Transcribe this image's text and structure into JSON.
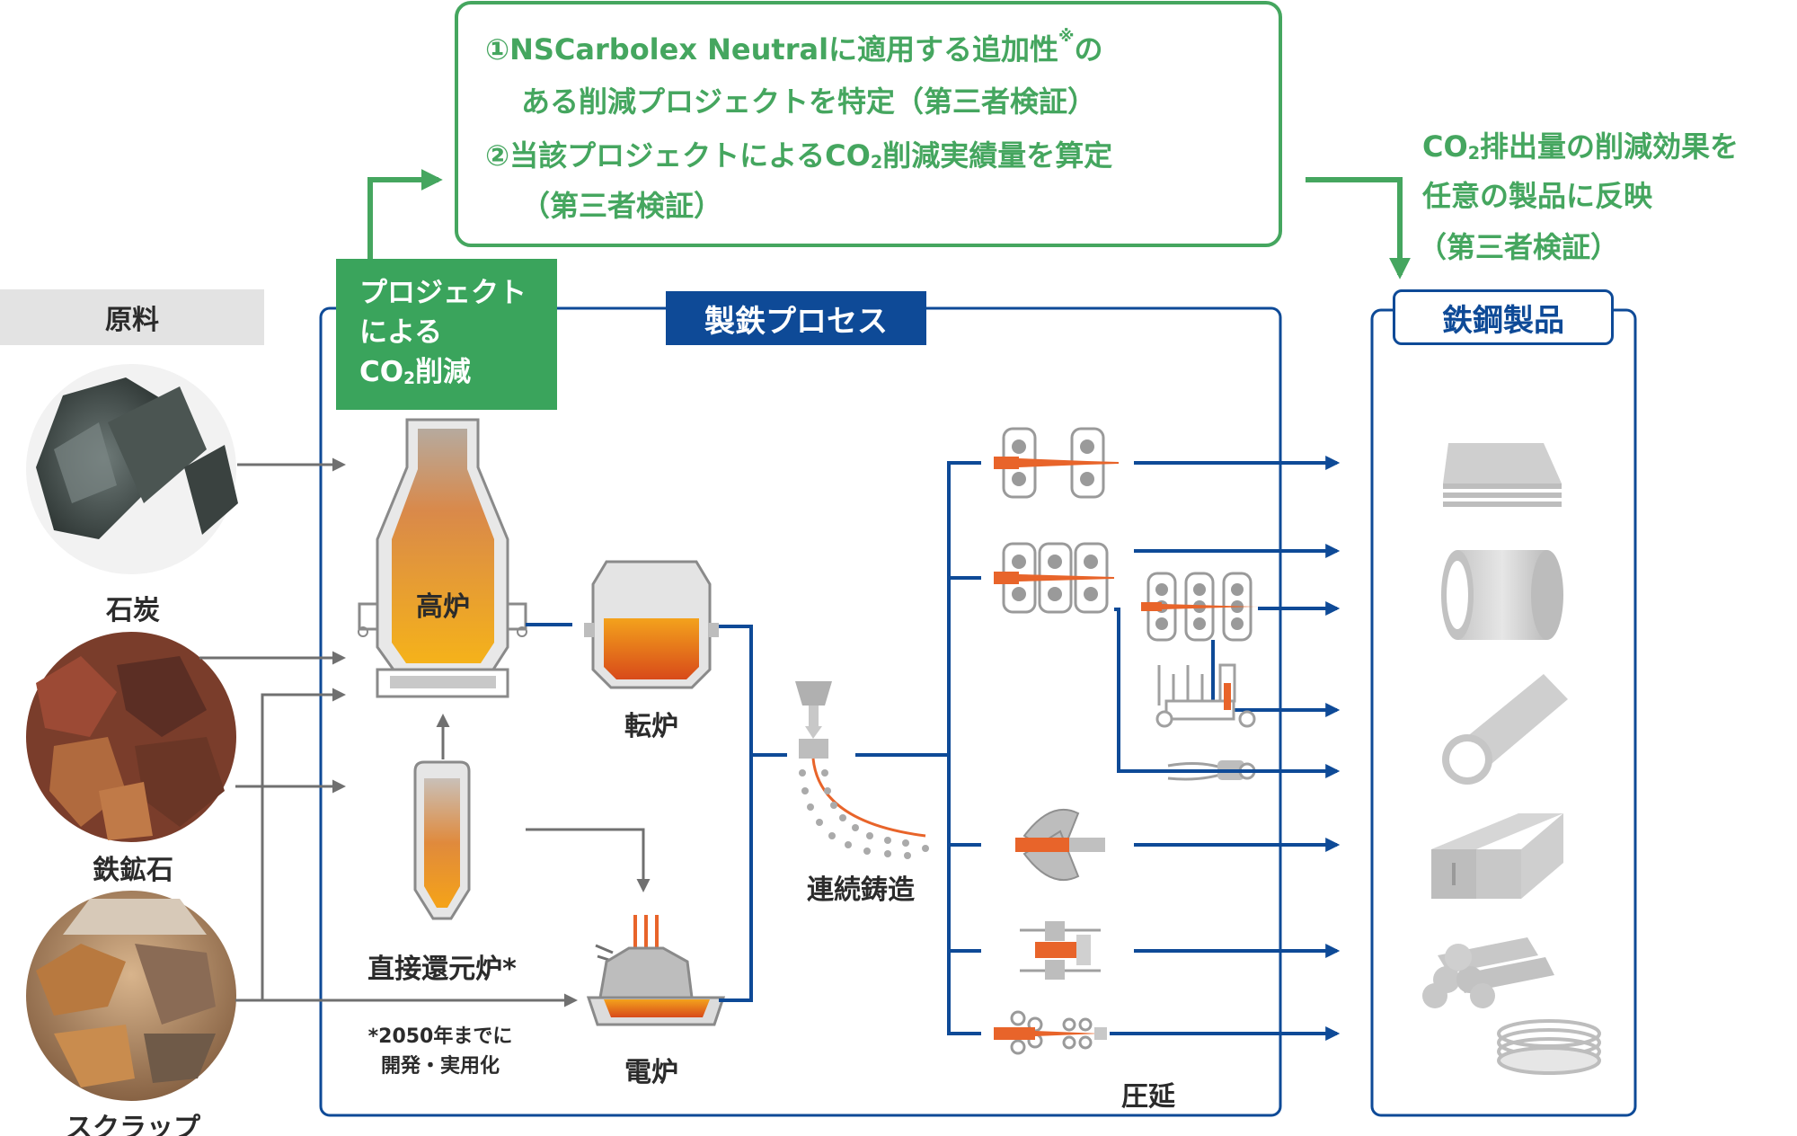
{
  "colors": {
    "green": "#45a65f",
    "green_fill": "#3aa45c",
    "blue": "#0e4a97",
    "gray_arrow": "#707070",
    "orange": "#e8642a",
    "gray_label_bg": "#e3e3e3"
  },
  "top_box": {
    "line1_a": "①NSCarbolex Neutralに適用する追加性",
    "line1_mark": "※",
    "line1_b": "の",
    "line2": "ある削減プロジェクトを特定（第三者検証）",
    "line3_a": "②当該プロジェクトによるCO",
    "line3_sub": "2",
    "line3_b": "削減実績量を算定",
    "line4": "（第三者検証）"
  },
  "right_note": {
    "line1_a": "CO",
    "line1_sub": "2",
    "line1_b": "排出量の削減効果を",
    "line2": "任意の製品に反映",
    "line3": "（第三者検証）"
  },
  "project_tag": {
    "line1": "プロジェクト",
    "line2": "による",
    "line3_a": "CO",
    "line3_sub": "2",
    "line3_b": "削減"
  },
  "process_tag": "製鉄プロセス",
  "product_tag": "鉄鋼製品",
  "raw_header": "原料",
  "raw_materials": [
    "石炭",
    "鉄鉱石",
    "スクラップ"
  ],
  "process": {
    "blast_furnace": "高炉",
    "converter": "転炉",
    "dri": "直接還元炉*",
    "dri_note_1": "*2050年までに",
    "dri_note_2": "開発・実用化",
    "eaf": "電炉",
    "continuous_casting": "連続鋳造",
    "rolling": "圧延"
  },
  "icons": {
    "coal": "coal-photo-icon",
    "iron_ore": "iron-ore-photo-icon",
    "scrap": "scrap-photo-icon",
    "products": [
      "steel-plate-icon",
      "steel-coil-icon",
      "steel-pipe-icon",
      "h-beam-icon",
      "bar-icon",
      "wire-rod-icon"
    ]
  }
}
